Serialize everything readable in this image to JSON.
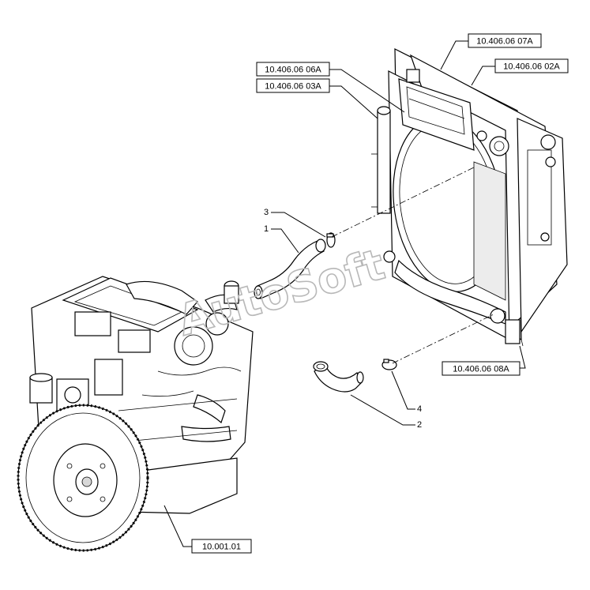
{
  "references": {
    "ref_07A": "10.406.06 07A",
    "ref_02A": "10.406.06 02A",
    "ref_06A": "10.406.06 06A",
    "ref_03A": "10.406.06 03A",
    "ref_08A": "10.406.06 08A",
    "ref_engine": "10.001.01"
  },
  "callouts": {
    "item_1": "1",
    "item_2": "2",
    "item_3": "3",
    "item_4": "4"
  },
  "watermark": "AutoSoft"
}
